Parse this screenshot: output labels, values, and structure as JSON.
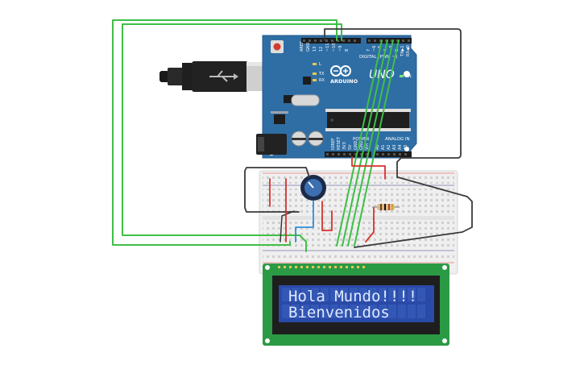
{
  "arduino": {
    "brand": "ARDUINO",
    "model": "UNO",
    "on_label": "ON",
    "digital_label": "DIGITAL (PWM ~)",
    "analog_label": "ANALOG IN",
    "power_label": "POWER",
    "tx_label": "TX",
    "rx_label": "RX",
    "l_label": "L",
    "aref_label": "AREF",
    "gnd_label": "GND",
    "txd_label": "TX▶1",
    "rxd_label": "RX◀0",
    "board_color": "#2f6ea5"
  },
  "lcd": {
    "line1": "Hola Mundo!!!!",
    "line2": "Bienvenidos",
    "screen_color": "#2a4aa8",
    "pcb_color": "#2b9a45"
  },
  "wires": {
    "colors": {
      "green": "#3fbf47",
      "black": "#3a3a3a",
      "red": "#d6312b",
      "blue": "#2f8fd8"
    }
  }
}
